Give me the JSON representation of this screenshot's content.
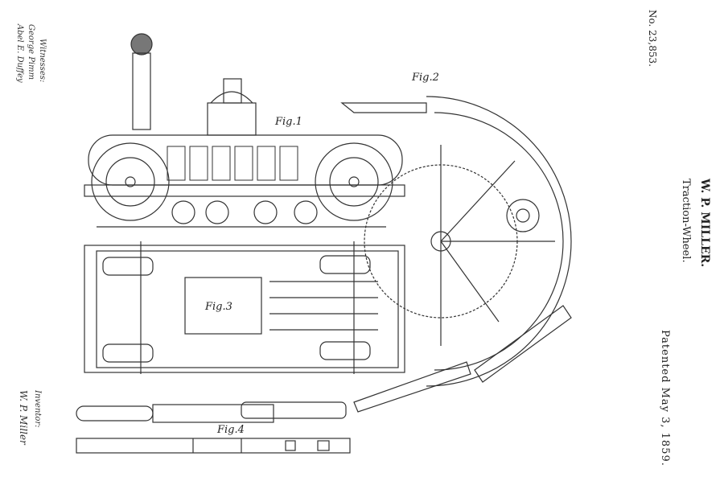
{
  "header": {
    "patent_number": "No. 23,853.",
    "inventor_name": "W. P. MILLER.",
    "title": "Traction-Wheel.",
    "date": "Patented May 3, 1859."
  },
  "signatures": {
    "witnesses_label": "Witnesses:",
    "witness_1": "George Pimm",
    "witness_2": "Abel E. Duffey",
    "inventor_label": "Inventor:",
    "inventor_signature": "W. P. Miller"
  },
  "figures": {
    "fig1": "Fig.1",
    "fig2": "Fig.2",
    "fig3": "Fig.3",
    "fig4": "Fig.4"
  }
}
